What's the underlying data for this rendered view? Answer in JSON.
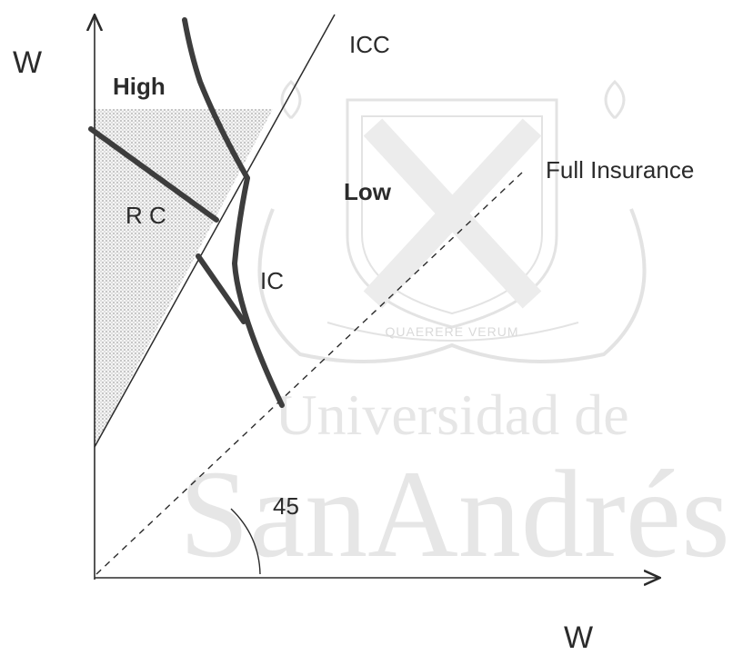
{
  "axes": {
    "y_label": "W",
    "x_label": "W"
  },
  "labels": {
    "icc": "ICC",
    "high": "High",
    "low": "Low",
    "rc": "R C",
    "ic": "IC",
    "full_insurance": "Full Insurance",
    "angle": "45"
  },
  "watermark": {
    "motto": "QUAERERE VERUM",
    "line1": "Universidad de",
    "line2": "SanAndrés"
  },
  "colors": {
    "ink": "#2b2b2b",
    "curve": "#4a4a4a",
    "shade": "#cfcfcf",
    "watermark": "#e6e6e6"
  }
}
